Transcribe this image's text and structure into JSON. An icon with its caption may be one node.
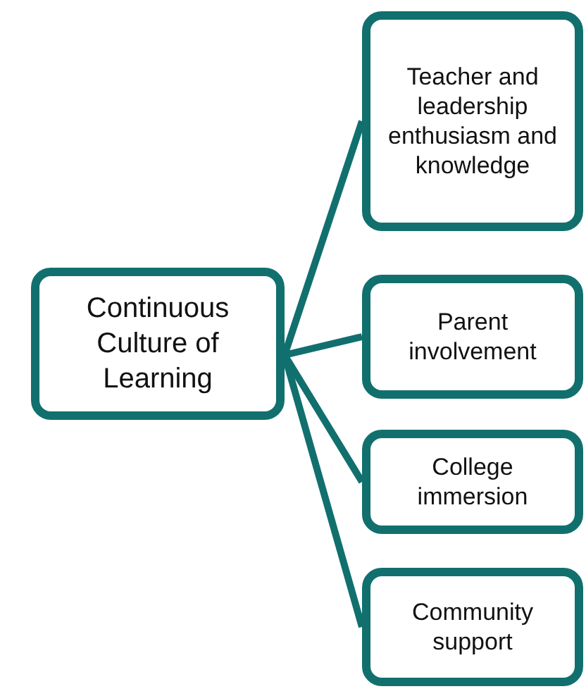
{
  "diagram": {
    "nodes": [
      {
        "text": [
          "Continuous Culture of Learning"
        ]
      },
      {
        "text": [
          "Teacher and leadership enthusiasm and knowledge"
        ]
      },
      {
        "text": [
          "Parent involvement"
        ]
      },
      {
        "text": [
          "College immersion"
        ]
      },
      {
        "text": [
          "Community support"
        ]
      }
    ],
    "edges": [
      {
        "from": 0,
        "to": 1,
        "arrow": "none"
      },
      {
        "from": 0,
        "to": 2,
        "arrow": "none"
      },
      {
        "from": 0,
        "to": 3,
        "arrow": "none"
      },
      {
        "from": 0,
        "to": 4,
        "arrow": "none"
      }
    ]
  }
}
